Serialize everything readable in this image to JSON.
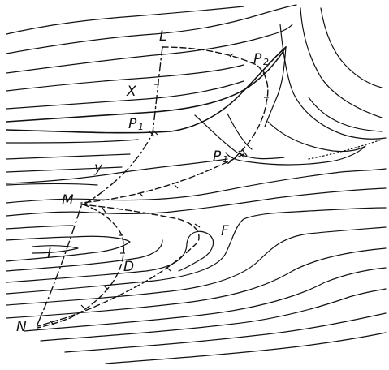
{
  "diagram": {
    "labels": {
      "L": "L",
      "P2": "P",
      "P2_sub": "2",
      "X": "X",
      "P1_top": "P",
      "P1_top_sub": "1",
      "P1_mid": "P",
      "P1_mid_sub": "1",
      "Y": "y",
      "M": "M",
      "F": "F",
      "I": "I",
      "D": "D",
      "N": "N"
    }
  }
}
